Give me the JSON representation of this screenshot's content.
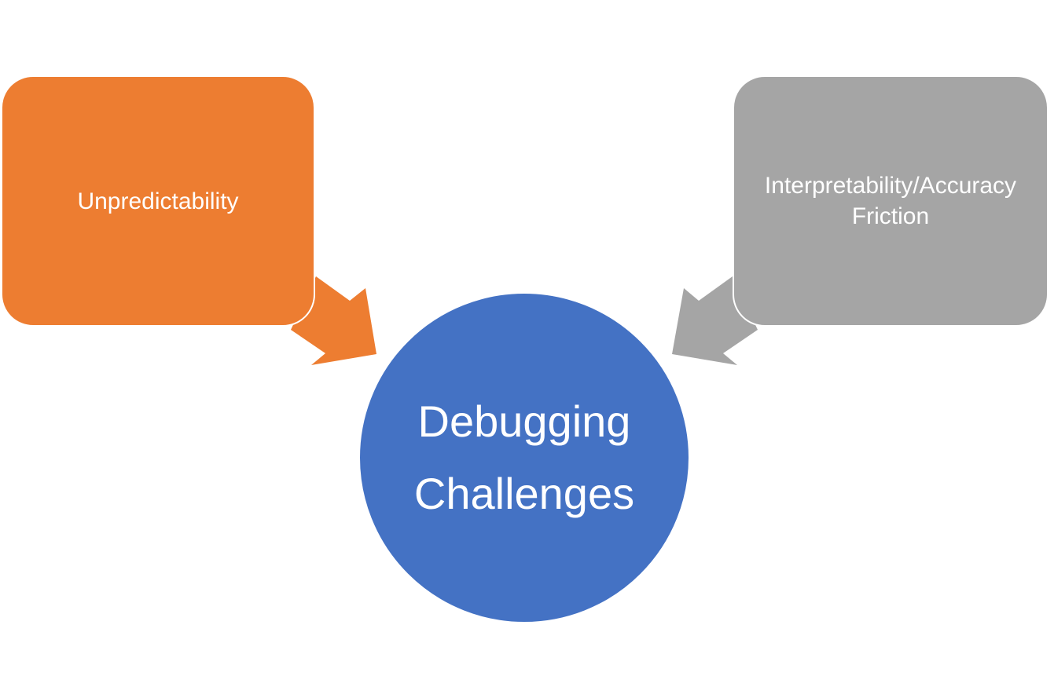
{
  "diagram": {
    "nodes": [
      {
        "id": "unpredictability",
        "label": "Unpredictability",
        "color": "#ED7D31"
      },
      {
        "id": "interpretability",
        "label": "Interpretability/Accuracy\nFriction",
        "color": "#A5A5A5"
      }
    ],
    "center": {
      "label": "Debugging\nChallenges",
      "color": "#4472C4"
    },
    "edges": [
      {
        "from": "unpredictability",
        "to": "center",
        "color": "#ED7D31"
      },
      {
        "from": "interpretability",
        "to": "center",
        "color": "#A5A5A5"
      }
    ]
  }
}
